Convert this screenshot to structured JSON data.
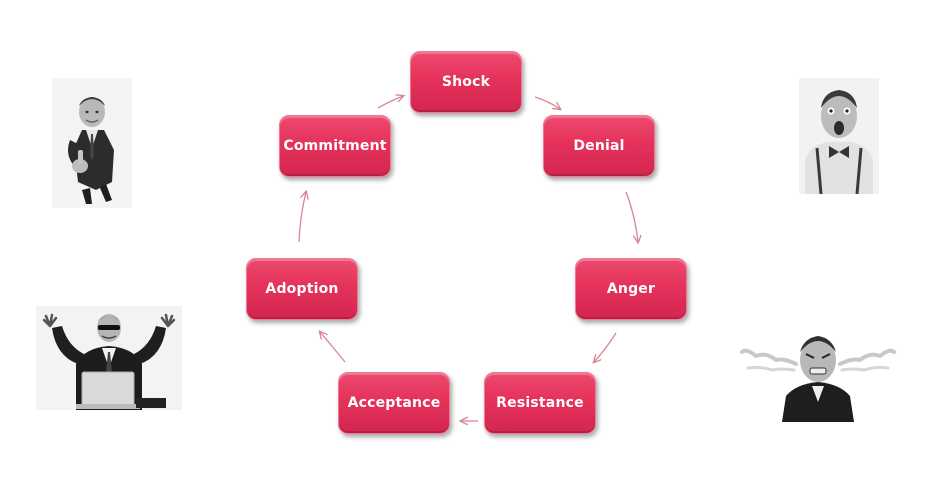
{
  "cycle": {
    "stages": [
      {
        "key": "shock",
        "label": "Shock"
      },
      {
        "key": "denial",
        "label": "Denial"
      },
      {
        "key": "anger",
        "label": "Anger"
      },
      {
        "key": "resistance",
        "label": "Resistance"
      },
      {
        "key": "acceptance",
        "label": "Acceptance"
      },
      {
        "key": "adoption",
        "label": "Adoption"
      },
      {
        "key": "commitment",
        "label": "Commitment"
      }
    ],
    "box_color": "#e5325b",
    "arrow_color": "#d9848f"
  },
  "photos": [
    {
      "key": "thumbs-up",
      "depicts": "man in suit giving thumbs up",
      "icon": "thumbs-up-man-photo"
    },
    {
      "key": "shocked",
      "depicts": "surprised man with bow tie",
      "icon": "shocked-man-photo"
    },
    {
      "key": "celebrating",
      "depicts": "man in sunglasses celebrating at laptop",
      "icon": "celebrating-man-photo"
    },
    {
      "key": "angry",
      "depicts": "angry man with steam from ears",
      "icon": "angry-man-photo"
    }
  ]
}
